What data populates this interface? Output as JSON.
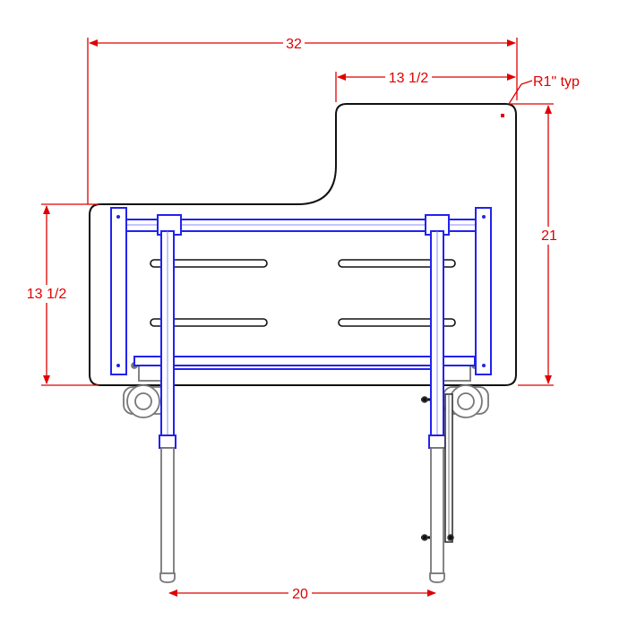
{
  "colors": {
    "dimension": "#e00000",
    "frame": "#2222ee",
    "frame_light": "#8888ff",
    "outline": "#111111",
    "gray": "#888888",
    "background": "#ffffff"
  },
  "dimensions": {
    "overall_width": "32",
    "cutout_width": "13 1/2",
    "corner_radius": "R1\" typ",
    "overall_depth": "21",
    "seat_depth": "13 1/2",
    "leg_spacing": "20"
  }
}
